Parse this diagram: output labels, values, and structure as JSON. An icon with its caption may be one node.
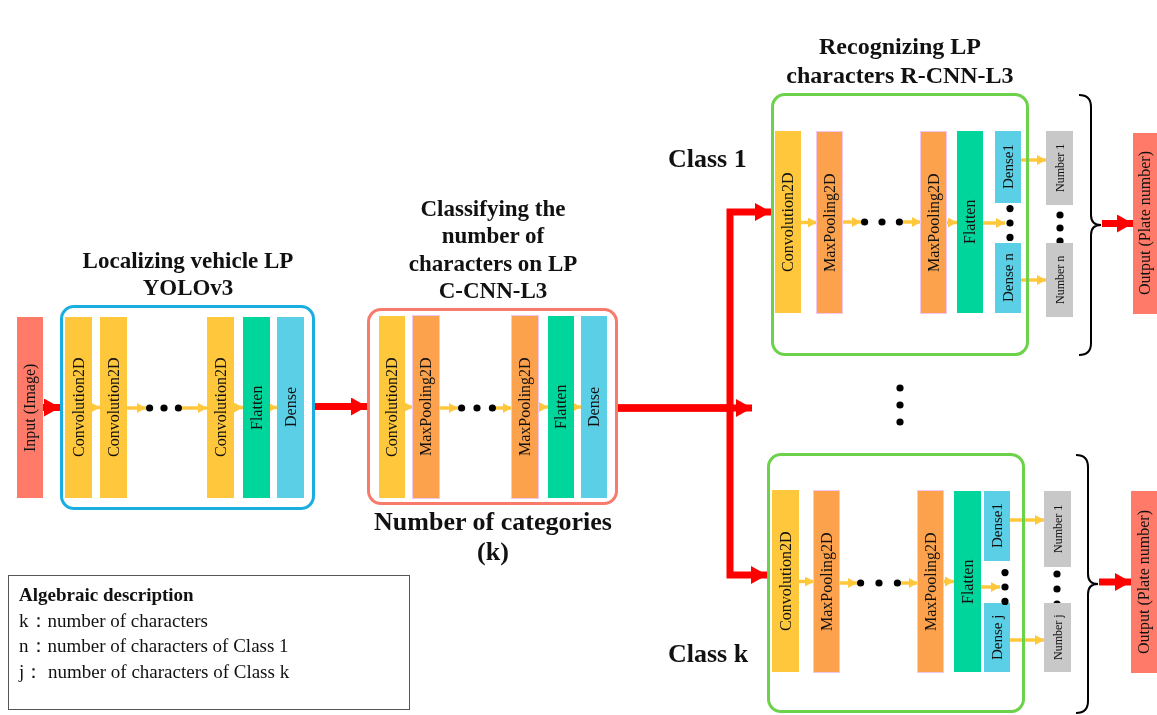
{
  "diagram": {
    "nodes": [
      {
        "text": [
          "Input (Image)"
        ]
      },
      {
        "text": [
          "Localizing vehicle LP YOLOv3"
        ]
      },
      {
        "text": [
          "Convolution2D"
        ],
        "in": 1
      },
      {
        "text": [
          "Convolution2D"
        ],
        "in": 1
      },
      {
        "text": [
          "Convolution2D"
        ],
        "in": 1
      },
      {
        "text": [
          "Flatten"
        ],
        "in": 1
      },
      {
        "text": [
          "Dense"
        ],
        "in": 1
      },
      {
        "text": [
          "Classifying the number of characters on LP C-CNN-L3"
        ],
        "beside": [
          "Number of categories (k)"
        ]
      },
      {
        "text": [
          "Convolution2D"
        ],
        "in": 7
      },
      {
        "text": [
          "MaxPooling2D"
        ],
        "in": 7
      },
      {
        "text": [
          "MaxPooling2D"
        ],
        "in": 7
      },
      {
        "text": [
          "Flatten"
        ],
        "in": 7
      },
      {
        "text": [
          "Dense"
        ],
        "in": 7
      },
      {
        "text": [
          "Recognizing LP characters R-CNN-L3"
        ],
        "beside": [
          "Class 1"
        ]
      },
      {
        "text": [
          "Convolution2D"
        ],
        "in": 13
      },
      {
        "text": [
          "MaxPooling2D"
        ],
        "in": 13
      },
      {
        "text": [
          "MaxPooling2D"
        ],
        "in": 13
      },
      {
        "text": [
          "Flatten"
        ],
        "in": 13
      },
      {
        "text": [
          "Dense1"
        ],
        "in": 13
      },
      {
        "text": [
          "Dense n"
        ],
        "in": 13
      },
      {
        "text": [
          "Number 1"
        ]
      },
      {
        "text": [
          "Number n"
        ]
      },
      {
        "text": [
          "Output (Plate number)"
        ]
      },
      {
        "text": [],
        "shape": "box",
        "beside": [
          "Class k"
        ]
      },
      {
        "text": [
          "Convolution2D"
        ],
        "in": 23
      },
      {
        "text": [
          "MaxPooling2D"
        ],
        "in": 23
      },
      {
        "text": [
          "MaxPooling2D"
        ],
        "in": 23
      },
      {
        "text": [
          "Flatten"
        ],
        "in": 23
      },
      {
        "text": [
          "Dense1"
        ],
        "in": 23
      },
      {
        "text": [
          "Dense j"
        ],
        "in": 23
      },
      {
        "text": [
          "Number 1"
        ]
      },
      {
        "text": [
          "Number j"
        ]
      },
      {
        "text": [
          "Output (Plate number)"
        ]
      },
      {
        "text": [
          "Algebraic description",
          "k：number of characters",
          "n：number of characters of Class 1",
          "j： number of characters of Class k"
        ]
      },
      {
        "text": [],
        "shape": "brace"
      },
      {
        "text": [],
        "shape": "brace"
      },
      {
        "text": [],
        "shape": "ellipsis",
        "in": 1
      },
      {
        "text": [],
        "shape": "ellipsis",
        "in": 7
      },
      {
        "text": [],
        "shape": "ellipsis",
        "in": 13
      },
      {
        "text": [],
        "shape": "ellipsis",
        "in": 13
      },
      {
        "text": [],
        "shape": "ellipsis",
        "in": 23
      },
      {
        "text": [],
        "shape": "ellipsis",
        "in": 23
      }
    ],
    "edges": [
      {
        "from": 0,
        "to": 1,
        "arrow": "to",
        "style": "thick",
        "color": "#ff0000"
      },
      {
        "from": 1,
        "to": 7,
        "arrow": "to",
        "style": "thick",
        "color": "#ff0000"
      },
      {
        "from": 7,
        "to": 13,
        "arrow": "to",
        "style": "thick",
        "color": "#ff0000"
      },
      {
        "from": 7,
        "to": null,
        "arrow": "to",
        "style": "thick",
        "color": "#ff0000"
      },
      {
        "from": 7,
        "to": 23,
        "arrow": "to",
        "style": "thick",
        "color": "#ff0000"
      },
      {
        "from": 2,
        "to": 3,
        "arrow": "to"
      },
      {
        "from": 3,
        "to": 36,
        "arrow": "to"
      },
      {
        "from": 36,
        "to": 4,
        "arrow": "to"
      },
      {
        "from": 4,
        "to": 5,
        "arrow": "to"
      },
      {
        "from": 5,
        "to": 6,
        "arrow": "to"
      },
      {
        "from": 8,
        "to": 9,
        "arrow": "to"
      },
      {
        "from": 9,
        "to": 37,
        "arrow": "to"
      },
      {
        "from": 37,
        "to": 10,
        "arrow": "to"
      },
      {
        "from": 10,
        "to": 11,
        "arrow": "to"
      },
      {
        "from": 11,
        "to": 12,
        "arrow": "to"
      },
      {
        "from": 14,
        "to": 15,
        "arrow": "to"
      },
      {
        "from": 15,
        "to": 38,
        "arrow": "to"
      },
      {
        "from": 38,
        "to": 16,
        "arrow": "to"
      },
      {
        "from": 16,
        "to": 17,
        "arrow": "to"
      },
      {
        "from": 17,
        "to": 39,
        "arrow": "to"
      },
      {
        "from": 18,
        "to": 20,
        "arrow": "to"
      },
      {
        "from": 19,
        "to": 21,
        "arrow": "to"
      },
      {
        "from": 34,
        "to": 22,
        "arrow": "to",
        "style": "thick",
        "color": "#ff0000"
      },
      {
        "from": 24,
        "to": 25,
        "arrow": "to"
      },
      {
        "from": 25,
        "to": 40,
        "arrow": "to"
      },
      {
        "from": 40,
        "to": 26,
        "arrow": "to"
      },
      {
        "from": 26,
        "to": 27,
        "arrow": "to"
      },
      {
        "from": 27,
        "to": 41,
        "arrow": "to"
      },
      {
        "from": 28,
        "to": 30,
        "arrow": "to"
      },
      {
        "from": 29,
        "to": 31,
        "arrow": "to"
      },
      {
        "from": 35,
        "to": 32,
        "arrow": "to",
        "style": "thick",
        "color": "#ff0000"
      }
    ]
  }
}
